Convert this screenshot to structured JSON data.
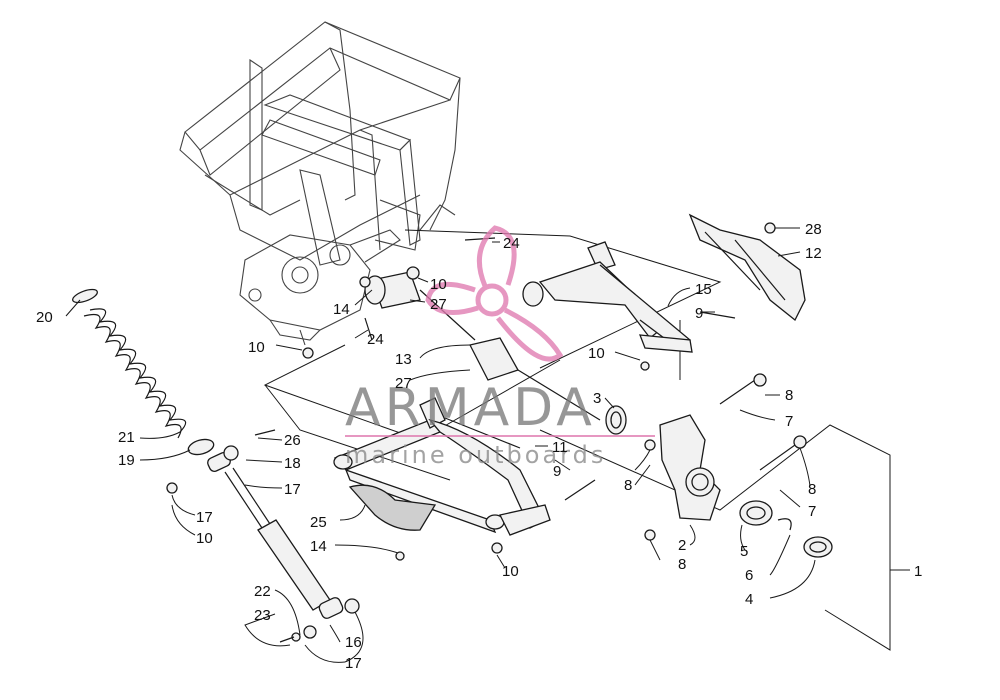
{
  "watermark": {
    "brand": "ARMADA",
    "tagline": "marine outboards",
    "color": "#e07ab0"
  },
  "callouts": [
    {
      "id": "c28",
      "label": "28"
    },
    {
      "id": "c12",
      "label": "12"
    },
    {
      "id": "c24a",
      "label": "24"
    },
    {
      "id": "c10a",
      "label": "10"
    },
    {
      "id": "c27a",
      "label": "27"
    },
    {
      "id": "c14a",
      "label": "14"
    },
    {
      "id": "c15",
      "label": "15"
    },
    {
      "id": "c9a",
      "label": "9"
    },
    {
      "id": "c20",
      "label": "20"
    },
    {
      "id": "c24b",
      "label": "24"
    },
    {
      "id": "c10b",
      "label": "10"
    },
    {
      "id": "c13",
      "label": "13"
    },
    {
      "id": "c10c",
      "label": "10"
    },
    {
      "id": "c27b",
      "label": "27"
    },
    {
      "id": "c3",
      "label": "3"
    },
    {
      "id": "c8a",
      "label": "8"
    },
    {
      "id": "c7a",
      "label": "7"
    },
    {
      "id": "c21",
      "label": "21"
    },
    {
      "id": "c26",
      "label": "26"
    },
    {
      "id": "c19",
      "label": "19"
    },
    {
      "id": "c18",
      "label": "18"
    },
    {
      "id": "c11",
      "label": "11"
    },
    {
      "id": "c9b",
      "label": "9"
    },
    {
      "id": "c17a",
      "label": "17"
    },
    {
      "id": "c8b",
      "label": "8"
    },
    {
      "id": "c8c",
      "label": "8"
    },
    {
      "id": "c7b",
      "label": "7"
    },
    {
      "id": "c17b",
      "label": "17"
    },
    {
      "id": "c10d",
      "label": "10"
    },
    {
      "id": "c25",
      "label": "25"
    },
    {
      "id": "c14b",
      "label": "14"
    },
    {
      "id": "c2",
      "label": "2"
    },
    {
      "id": "c5",
      "label": "5"
    },
    {
      "id": "c8d",
      "label": "8"
    },
    {
      "id": "c10e",
      "label": "10"
    },
    {
      "id": "c6",
      "label": "6"
    },
    {
      "id": "c1",
      "label": "1"
    },
    {
      "id": "c4",
      "label": "4"
    },
    {
      "id": "c22",
      "label": "22"
    },
    {
      "id": "c23",
      "label": "23"
    },
    {
      "id": "c16",
      "label": "16"
    },
    {
      "id": "c17c",
      "label": "17"
    }
  ]
}
